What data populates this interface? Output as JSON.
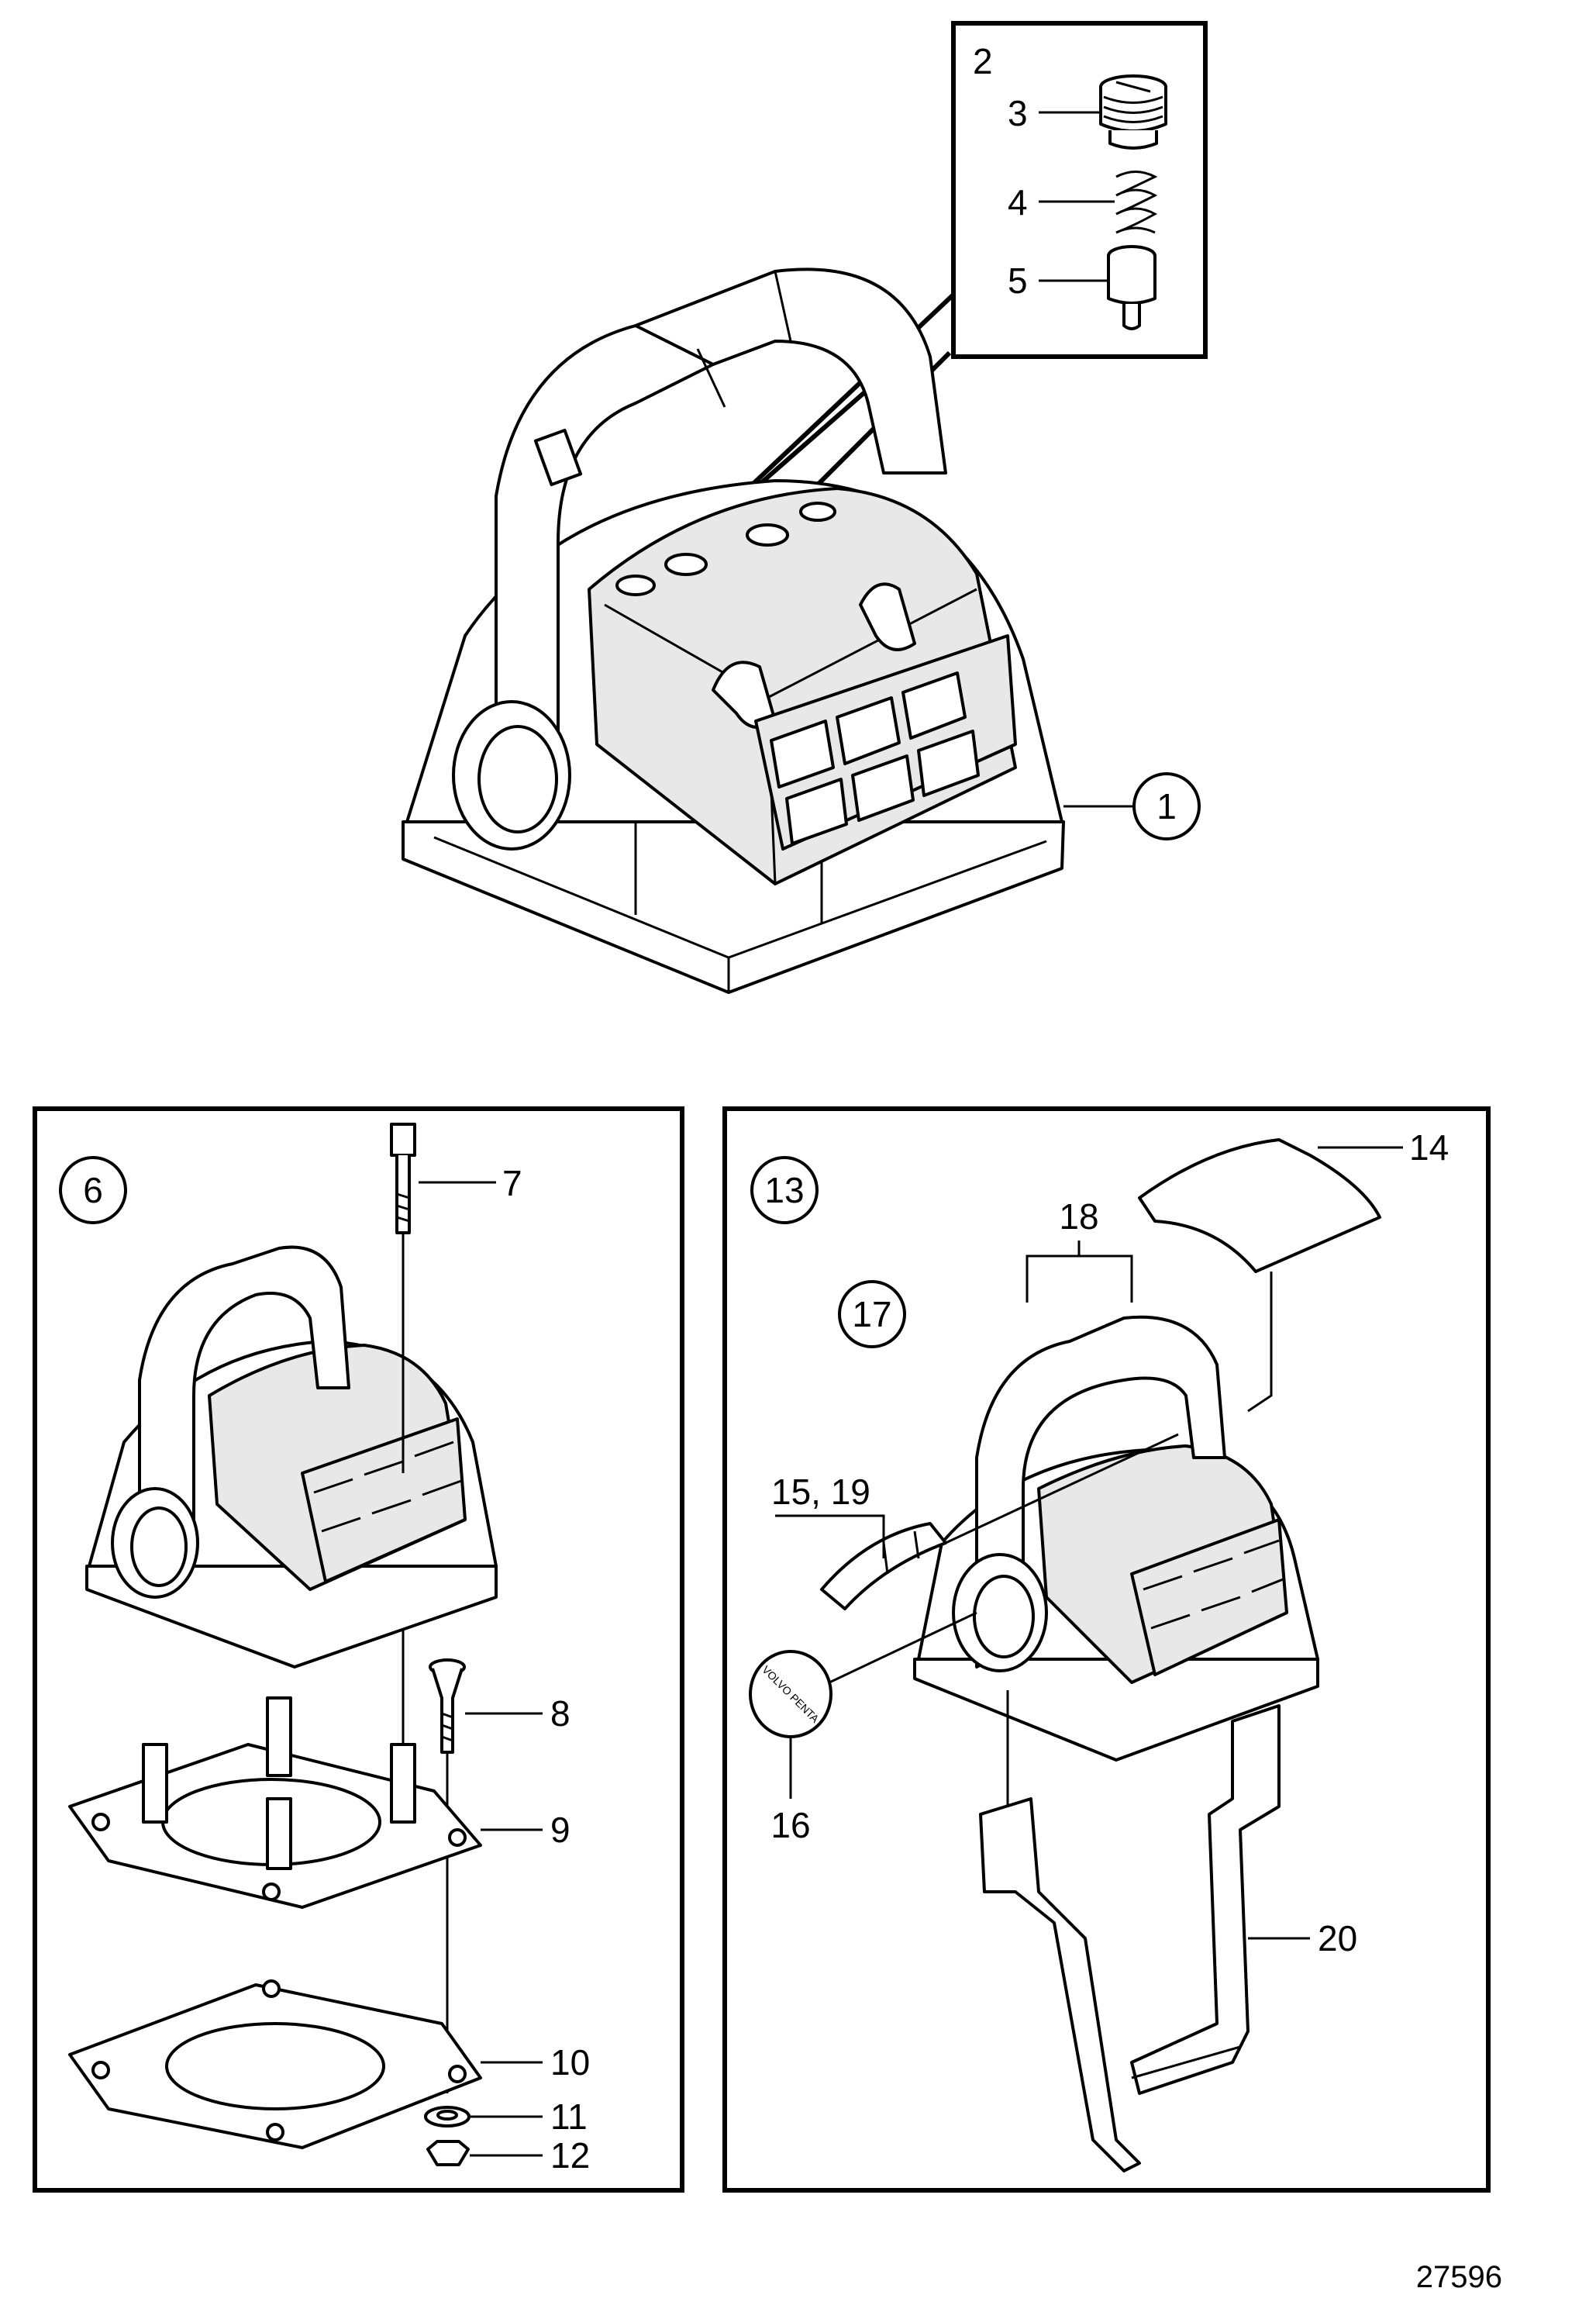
{
  "diagram": {
    "drawing_number": "27596",
    "callouts": [
      {
        "id": "c1",
        "text": "1"
      },
      {
        "id": "c2",
        "text": "2"
      },
      {
        "id": "c3",
        "text": "3"
      },
      {
        "id": "c4",
        "text": "4"
      },
      {
        "id": "c5",
        "text": "5"
      },
      {
        "id": "c6",
        "text": "6"
      },
      {
        "id": "c7",
        "text": "7"
      },
      {
        "id": "c8",
        "text": "8"
      },
      {
        "id": "c9",
        "text": "9"
      },
      {
        "id": "c10",
        "text": "10"
      },
      {
        "id": "c11",
        "text": "11"
      },
      {
        "id": "c12",
        "text": "12"
      },
      {
        "id": "c13",
        "text": "13"
      },
      {
        "id": "c14",
        "text": "14"
      },
      {
        "id": "c15",
        "text": "15, 19"
      },
      {
        "id": "c16",
        "text": "16"
      },
      {
        "id": "c17",
        "text": "17"
      },
      {
        "id": "c18",
        "text": "18"
      },
      {
        "id": "c20",
        "text": "20"
      }
    ],
    "logo_text": "VOLVO PENTA"
  }
}
